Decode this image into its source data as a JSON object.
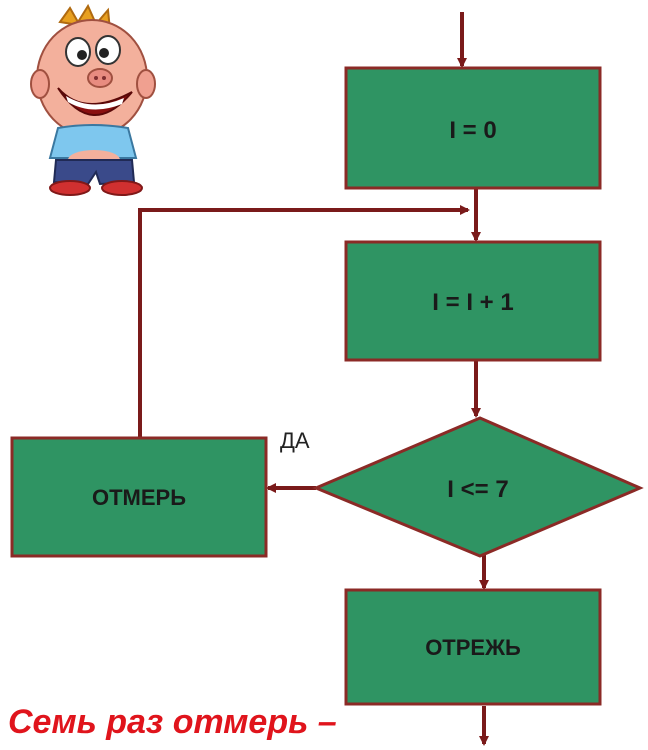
{
  "colors": {
    "box_fill": "#2f9463",
    "box_border": "#8b2a26",
    "arrow": "#7a1a1a",
    "caption": "#e0141c",
    "text": "#1a1a1a"
  },
  "icons": {
    "mascot": "cartoon-boy-mascot-icon"
  },
  "flowchart": {
    "init_label": "I = 0",
    "increment_label": "I = I + 1",
    "condition_label": "I <= 7",
    "yes_branch_label": "ДА",
    "measure_label": "ОТМЕРЬ",
    "cut_label": "ОТРЕЖЬ"
  },
  "caption": {
    "text": "Семь раз отмерь –"
  }
}
